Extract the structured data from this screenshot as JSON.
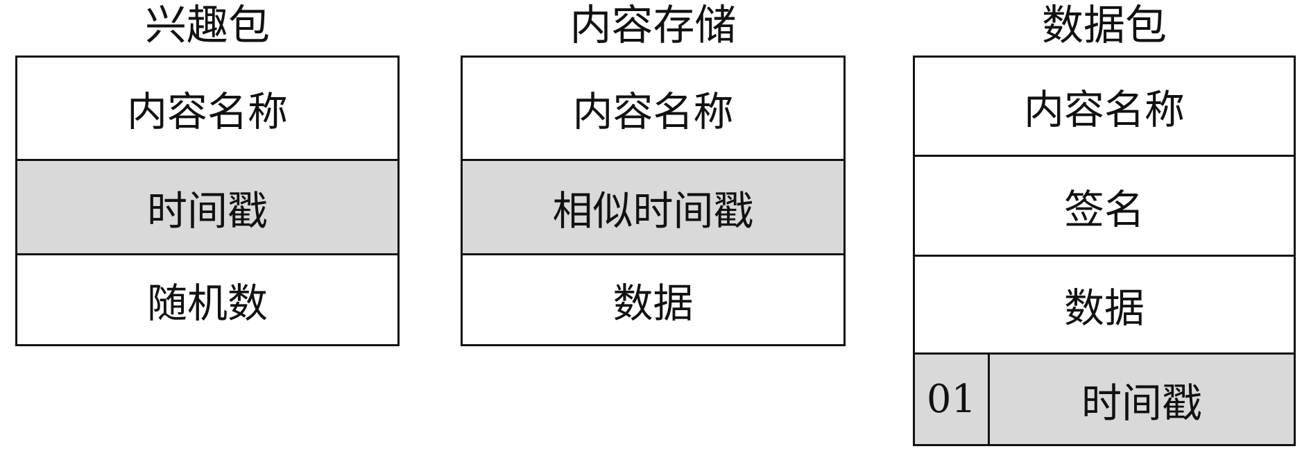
{
  "panels": [
    {
      "title": "兴趣包",
      "rows": [
        {
          "label": "内容名称",
          "shaded": false
        },
        {
          "label": "时间戳",
          "shaded": true
        },
        {
          "label": "随机数",
          "shaded": false
        }
      ]
    },
    {
      "title": "内容存储",
      "rows": [
        {
          "label": "内容名称",
          "shaded": false
        },
        {
          "label": "相似时间戳",
          "shaded": true
        },
        {
          "label": "数据",
          "shaded": false
        }
      ]
    },
    {
      "title": "数据包",
      "rows": [
        {
          "label": "内容名称",
          "shaded": false
        },
        {
          "label": "签名",
          "shaded": false
        },
        {
          "label": "数据",
          "shaded": false
        },
        {
          "label": "时间戳",
          "flag": "01",
          "shaded": true
        }
      ]
    }
  ],
  "colors": {
    "shade": "#d9d9d9",
    "border": "#111111",
    "background": "#ffffff"
  }
}
